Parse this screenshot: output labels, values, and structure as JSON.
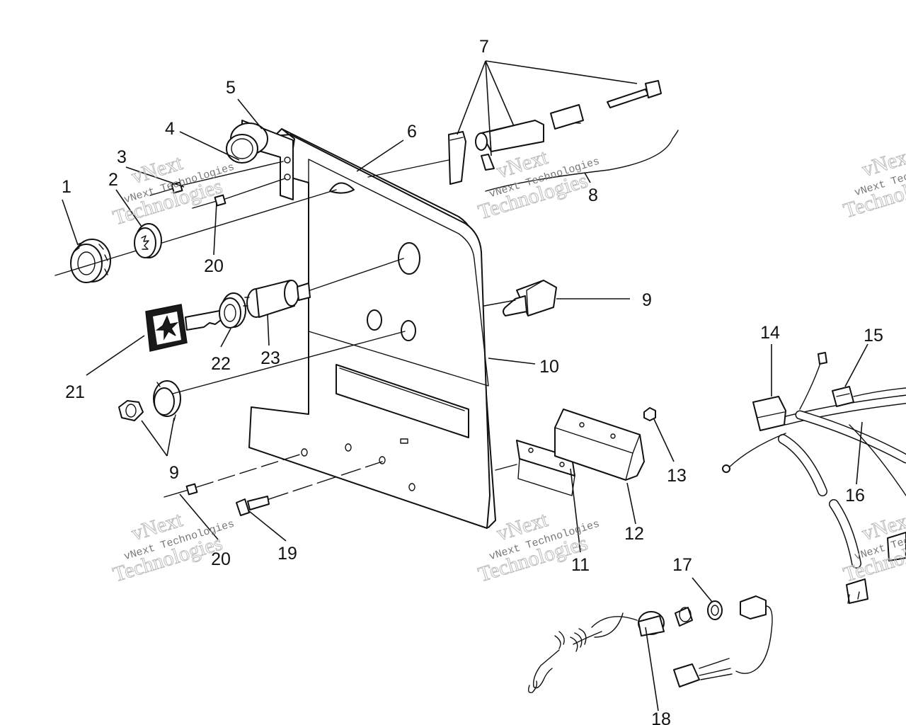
{
  "callouts": [
    {
      "id": "c1",
      "text": "1"
    },
    {
      "id": "c2",
      "text": "2"
    },
    {
      "id": "c3",
      "text": "3"
    },
    {
      "id": "c4",
      "text": "4"
    },
    {
      "id": "c5",
      "text": "5"
    },
    {
      "id": "c6",
      "text": "6"
    },
    {
      "id": "c7",
      "text": "7"
    },
    {
      "id": "c8",
      "text": "8"
    },
    {
      "id": "c9a",
      "text": "9"
    },
    {
      "id": "c9b",
      "text": "9"
    },
    {
      "id": "c10",
      "text": "10"
    },
    {
      "id": "c11",
      "text": "11"
    },
    {
      "id": "c12",
      "text": "12"
    },
    {
      "id": "c13",
      "text": "13"
    },
    {
      "id": "c14",
      "text": "14"
    },
    {
      "id": "c15",
      "text": "15"
    },
    {
      "id": "c16",
      "text": "16"
    },
    {
      "id": "c17",
      "text": "17"
    },
    {
      "id": "c18",
      "text": "18"
    },
    {
      "id": "c19",
      "text": "19"
    },
    {
      "id": "c20a",
      "text": "20"
    },
    {
      "id": "c20b",
      "text": "20"
    },
    {
      "id": "c21",
      "text": "21"
    },
    {
      "id": "c22",
      "text": "22"
    },
    {
      "id": "c23",
      "text": "23"
    }
  ],
  "watermark": {
    "line1": "vNext",
    "line2": "vNext Technologies",
    "line3": "Technologies"
  }
}
